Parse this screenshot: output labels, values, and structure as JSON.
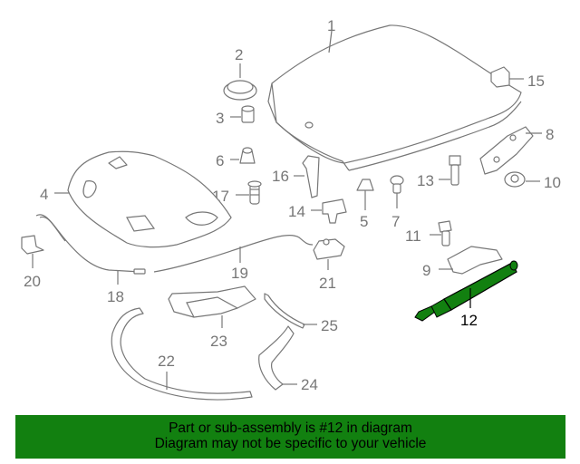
{
  "callouts": {
    "c1": "1",
    "c2": "2",
    "c3": "3",
    "c4": "4",
    "c5": "5",
    "c6": "6",
    "c7": "7",
    "c8": "8",
    "c9": "9",
    "c10": "10",
    "c11": "11",
    "c12": "12",
    "c13": "13",
    "c14": "14",
    "c15": "15",
    "c16": "16",
    "c17": "17",
    "c18": "18",
    "c19": "19",
    "c20": "20",
    "c21": "21",
    "c22": "22",
    "c23": "23",
    "c24": "24",
    "c25": "25"
  },
  "highlight": {
    "part": "12",
    "color": "#128010"
  },
  "banner": {
    "line1": "Part or sub-assembly is #12 in diagram",
    "line2": "Diagram may not be specific to your vehicle",
    "background": "#128010"
  }
}
